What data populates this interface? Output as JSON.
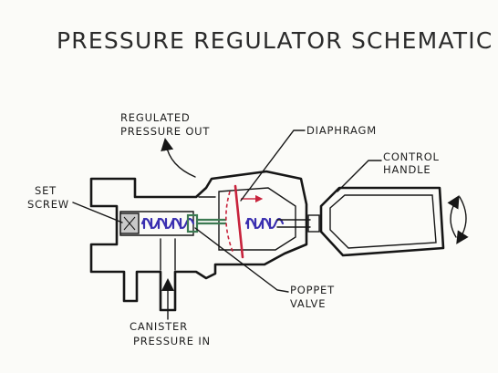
{
  "title": "PRESSURE REGULATOR SCHEMATIC",
  "labels": {
    "regulated_line1": "REGULATED",
    "regulated_line2": "PRESSURE OUT",
    "diaphragm": "DIAPHRAGM",
    "control_line1": "CONTROL",
    "control_line2": "HANDLE",
    "set_line1": "SET",
    "set_line2": "SCREW",
    "poppet_line1": "POPPET",
    "poppet_line2": "VALVE",
    "canister_line1": "CANISTER",
    "canister_line2": "PRESSURE IN"
  },
  "colors": {
    "ink": "#161616",
    "spring": "#3a2fb0",
    "poppet": "#3c7a52",
    "diaphragm": "#c8233c",
    "background": "#fbfbf8"
  }
}
